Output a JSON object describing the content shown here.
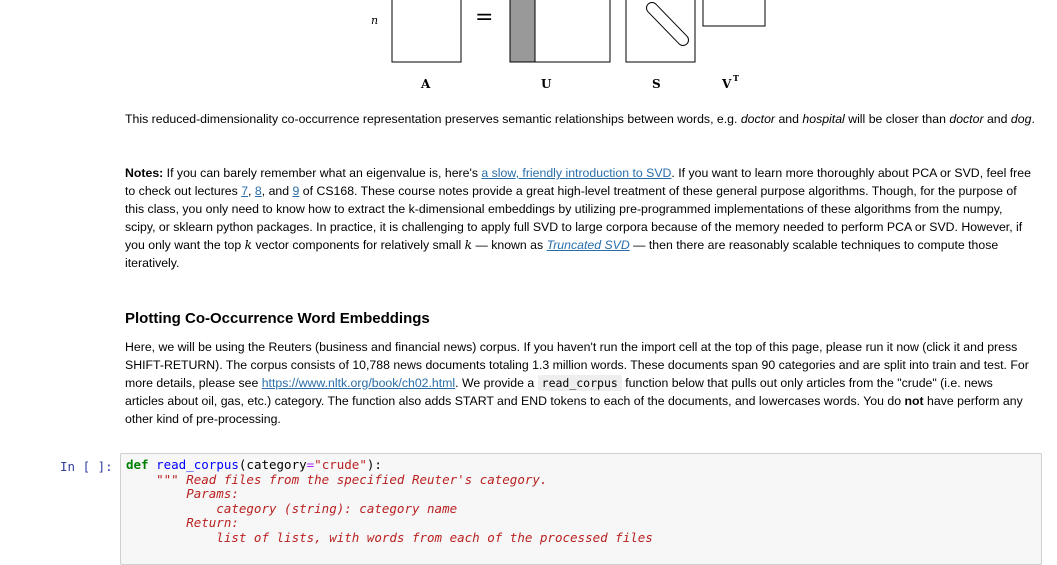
{
  "figure": {
    "row_label": "n",
    "equals_sign": "=",
    "matrix_labels": [
      "A",
      "U",
      "S",
      "V"
    ],
    "v_superscript": "T"
  },
  "para_reduced": {
    "t1": "This reduced-dimensionality co-occurrence representation preserves semantic relationships between words, e.g. ",
    "em1": "doctor",
    "t2": " and ",
    "em2": "hospital",
    "t3": " will be closer than ",
    "em3": "doctor",
    "t4": " and ",
    "em4": "dog",
    "t5": "."
  },
  "para_notes": {
    "label": "Notes:",
    "t1": " If you can barely remember what an eigenvalue is, here's ",
    "link_svd": "a slow, friendly introduction to SVD",
    "t2": ". If you want to learn more thoroughly about PCA or SVD, feel free to check out lectures ",
    "lec1": "7",
    "t3": ", ",
    "lec2": "8",
    "t4": ", and ",
    "lec3": "9",
    "t5": " of CS168. These course notes provide a great high-level treatment of these general purpose algorithms. Though, for the purpose of this class, you only need to know how to extract the k-dimensional embeddings by utilizing pre-programmed implementations of these algorithms from the numpy, scipy, or sklearn python packages. In practice, it is challenging to apply full SVD to large corpora because of the memory needed to perform PCA or SVD. However, if you only want the top ",
    "k1": "k",
    "t6": " vector components for relatively small ",
    "k2": "k",
    "t7": " — known as ",
    "link_trunc": "Truncated SVD",
    "t8": " — then there are reasonably scalable techniques to compute those iteratively."
  },
  "section_heading": "Plotting Co-Occurrence Word Embeddings",
  "para_reuters": {
    "t1": "Here, we will be using the Reuters (business and financial news) corpus. If you haven't run the import cell at the top of this page, please run it now (click it and press SHIFT-RETURN). The corpus consists of 10,788 news documents totaling 1.3 million words. These documents span 90 categories and are split into train and test. For more details, please see ",
    "link": "https://www.nltk.org/book/ch02.html",
    "t2": ". We provide a ",
    "code": "read_corpus",
    "t3": " function below that pulls out only articles from the \"crude\" (i.e. news articles about oil, gas, etc.) category. The function also adds START and END tokens to each of the documents, and lowercases words. You do ",
    "bold": "not",
    "t4": " have perform any other kind of pre-processing."
  },
  "code_cell": {
    "prompt": "In [ ]:",
    "l1_def": "def",
    "l1_fn": "read_corpus",
    "l1_open": "(category",
    "l1_eq": "=",
    "l1_str": "\"crude\"",
    "l1_close": "):",
    "l2": "    \"\"\" Read files from the specified Reuter's category.",
    "l3": "        Params:",
    "l4": "            category (string): category name",
    "l5": "        Return:",
    "l6": "            list of lists, with words from each of the processed files"
  }
}
